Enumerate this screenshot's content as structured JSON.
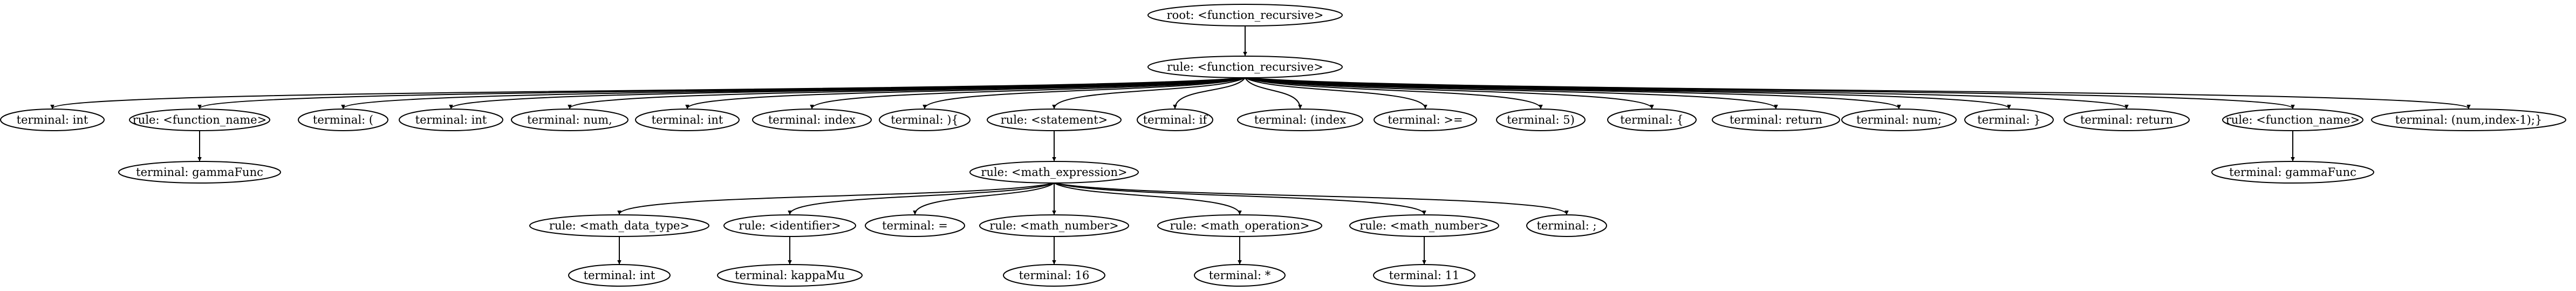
{
  "diagram": {
    "type": "parse-tree",
    "nodes": [
      {
        "id": "n0",
        "label": "root: <function_recursive>",
        "parent": null
      },
      {
        "id": "n1",
        "label": "rule: <function_recursive>",
        "parent": "n0"
      },
      {
        "id": "n2",
        "label": "terminal: int",
        "parent": "n1"
      },
      {
        "id": "n3",
        "label": "rule: <function_name>",
        "parent": "n1"
      },
      {
        "id": "n4",
        "label": "terminal: (",
        "parent": "n1"
      },
      {
        "id": "n5",
        "label": "terminal: int",
        "parent": "n1"
      },
      {
        "id": "n6",
        "label": "terminal: num,",
        "parent": "n1"
      },
      {
        "id": "n7",
        "label": "terminal: int",
        "parent": "n1"
      },
      {
        "id": "n8",
        "label": "terminal: index",
        "parent": "n1"
      },
      {
        "id": "n9",
        "label": "terminal: ){",
        "parent": "n1"
      },
      {
        "id": "n10",
        "label": "rule: <statement>",
        "parent": "n1"
      },
      {
        "id": "n11",
        "label": "terminal: if",
        "parent": "n1"
      },
      {
        "id": "n12",
        "label": "terminal: (index",
        "parent": "n1"
      },
      {
        "id": "n13",
        "label": "terminal: >=",
        "parent": "n1"
      },
      {
        "id": "n14",
        "label": "terminal: 5)",
        "parent": "n1"
      },
      {
        "id": "n15",
        "label": "terminal: {",
        "parent": "n1"
      },
      {
        "id": "n16",
        "label": "terminal: return",
        "parent": "n1"
      },
      {
        "id": "n17",
        "label": "terminal: num;",
        "parent": "n1"
      },
      {
        "id": "n18",
        "label": "terminal: }",
        "parent": "n1"
      },
      {
        "id": "n19",
        "label": "terminal: return",
        "parent": "n1"
      },
      {
        "id": "n20",
        "label": "rule: <function_name>",
        "parent": "n1"
      },
      {
        "id": "n21",
        "label": "terminal: (num,index-1);}",
        "parent": "n1"
      },
      {
        "id": "n22",
        "label": "terminal: gammaFunc",
        "parent": "n3"
      },
      {
        "id": "n23",
        "label": "rule: <math_expression>",
        "parent": "n10"
      },
      {
        "id": "n24",
        "label": "terminal: gammaFunc",
        "parent": "n20"
      },
      {
        "id": "n25",
        "label": "rule: <math_data_type>",
        "parent": "n23"
      },
      {
        "id": "n26",
        "label": "rule: <identifier>",
        "parent": "n23"
      },
      {
        "id": "n27",
        "label": "terminal: =",
        "parent": "n23"
      },
      {
        "id": "n28",
        "label": "rule: <math_number>",
        "parent": "n23"
      },
      {
        "id": "n29",
        "label": "rule: <math_operation>",
        "parent": "n23"
      },
      {
        "id": "n30",
        "label": "rule: <math_number>",
        "parent": "n23"
      },
      {
        "id": "n31",
        "label": "terminal: ;",
        "parent": "n23"
      },
      {
        "id": "n32",
        "label": "terminal: int",
        "parent": "n25"
      },
      {
        "id": "n33",
        "label": "terminal: kappaMu",
        "parent": "n26"
      },
      {
        "id": "n34",
        "label": "terminal: 16",
        "parent": "n28"
      },
      {
        "id": "n35",
        "label": "terminal: *",
        "parent": "n29"
      },
      {
        "id": "n36",
        "label": "terminal: 11",
        "parent": "n30"
      }
    ]
  }
}
